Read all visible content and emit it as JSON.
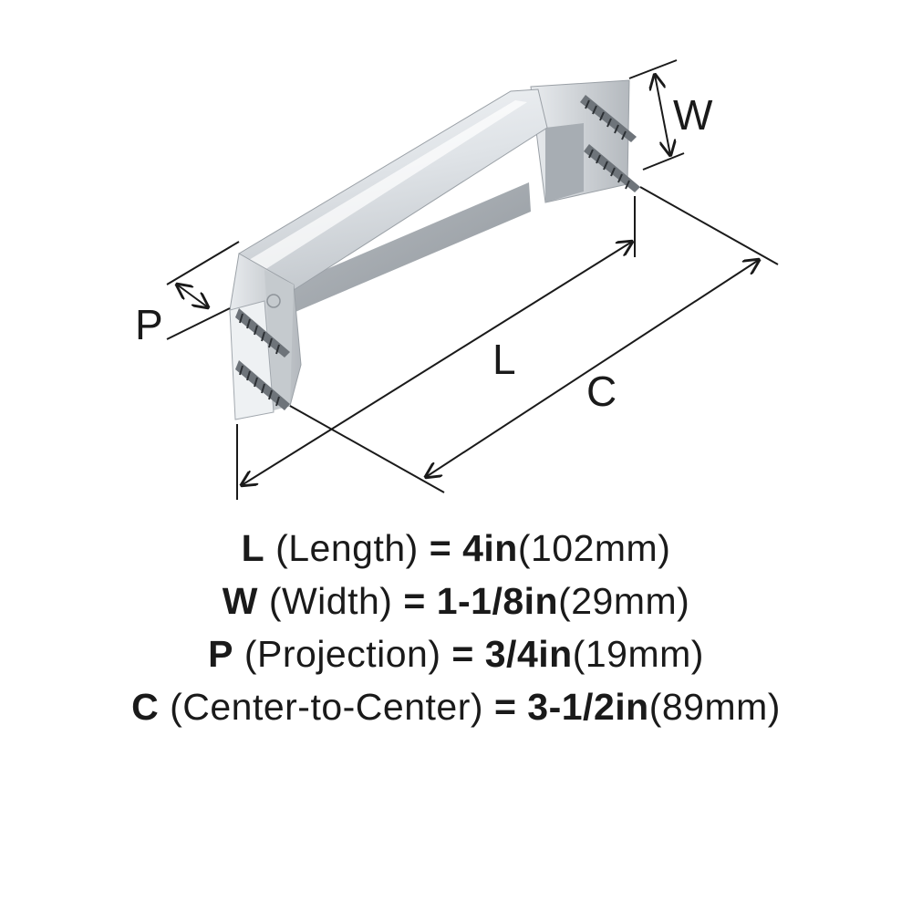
{
  "diagram": {
    "labels": {
      "w": "W",
      "p": "P",
      "l": "L",
      "c": "C"
    }
  },
  "specs": [
    {
      "letter": "L",
      "name": "(Length)",
      "eq": "=",
      "imperial": "4in",
      "metric": "(102mm)"
    },
    {
      "letter": "W",
      "name": "(Width)",
      "eq": "=",
      "imperial": "1-1/8in",
      "metric": "(29mm)"
    },
    {
      "letter": "P",
      "name": "(Projection)",
      "eq": "=",
      "imperial": "3/4in",
      "metric": "(19mm)"
    },
    {
      "letter": "C",
      "name": "(Center-to-Center)",
      "eq": "=",
      "imperial": "3-1/2in",
      "metric": "(89mm)"
    }
  ]
}
